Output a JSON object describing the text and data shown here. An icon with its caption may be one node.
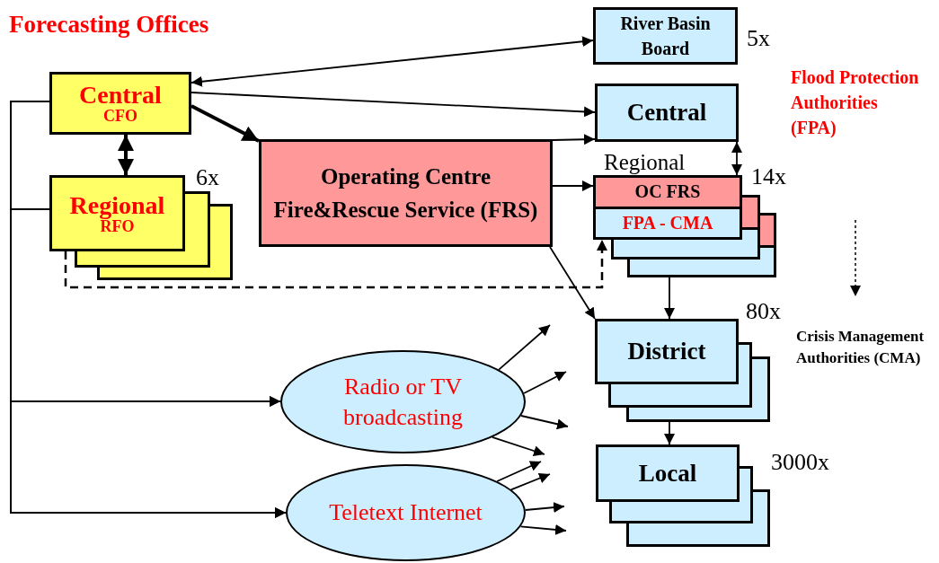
{
  "diagram": {
    "title": "Forecasting Offices",
    "nodes": [
      {
        "text": [
          "Central",
          "CFO"
        ]
      },
      {
        "text": [
          "Regional",
          "RFO"
        ],
        "beside": [
          "6x"
        ]
      },
      {
        "text": [
          "Operating Centre Fire&Rescue Service (FRS)"
        ]
      },
      {
        "text": [
          "River Basin Board"
        ],
        "beside": [
          "5x"
        ]
      },
      {
        "text": [
          "Central"
        ]
      },
      {
        "text": [
          "OC FRS",
          "FPA - CMA"
        ],
        "beside": [
          "14x"
        ]
      },
      {
        "text": [
          "District"
        ],
        "beside": [
          "80x"
        ]
      },
      {
        "text": [
          "Local"
        ],
        "beside": [
          "3000x"
        ]
      },
      {
        "text": [
          "Radio or TV broadcasting"
        ]
      },
      {
        "text": [
          "Teletext Internet"
        ]
      }
    ],
    "edges": [
      {
        "from": 0,
        "to": 3,
        "arrow": "both"
      },
      {
        "from": 0,
        "to": 4,
        "arrow": "to"
      },
      {
        "from": 0,
        "to": 2,
        "arrow": "to",
        "style": "thick"
      },
      {
        "from": 0,
        "to": 1,
        "arrow": "both",
        "style": "thick"
      },
      {
        "from": 2,
        "to": 4,
        "arrow": "to"
      },
      {
        "from": 2,
        "to": 5,
        "arrow": "to"
      },
      {
        "from": 2,
        "to": 6,
        "arrow": "to"
      },
      {
        "from": 4,
        "to": 5,
        "arrow": "both"
      },
      {
        "from": 1,
        "to": 5,
        "arrow": "to",
        "style": "dashed"
      },
      {
        "from": 5,
        "to": 6,
        "arrow": "to"
      },
      {
        "from": 6,
        "to": 7,
        "arrow": "to"
      },
      {
        "from": 0,
        "to": 8,
        "arrow": "to"
      },
      {
        "from": 0,
        "to": 9,
        "arrow": "to"
      },
      {
        "from": 1,
        "to": 8,
        "arrow": "to"
      },
      {
        "from": 1,
        "to": 9,
        "arrow": "to"
      },
      {
        "from": 8,
        "to": null,
        "arrow": "to"
      },
      {
        "from": 8,
        "to": null,
        "arrow": "to"
      },
      {
        "from": 8,
        "to": null,
        "arrow": "to"
      },
      {
        "from": 8,
        "to": null,
        "arrow": "to"
      },
      {
        "from": 9,
        "to": null,
        "arrow": "to"
      },
      {
        "from": 9,
        "to": null,
        "arrow": "to"
      },
      {
        "from": 9,
        "to": null,
        "arrow": "to"
      },
      {
        "from": 9,
        "to": null,
        "arrow": "to"
      }
    ],
    "labels": [
      "Regional",
      "Flood Protection Authorities (FPA)",
      "Crisis Management Authorities (CMA)"
    ]
  }
}
